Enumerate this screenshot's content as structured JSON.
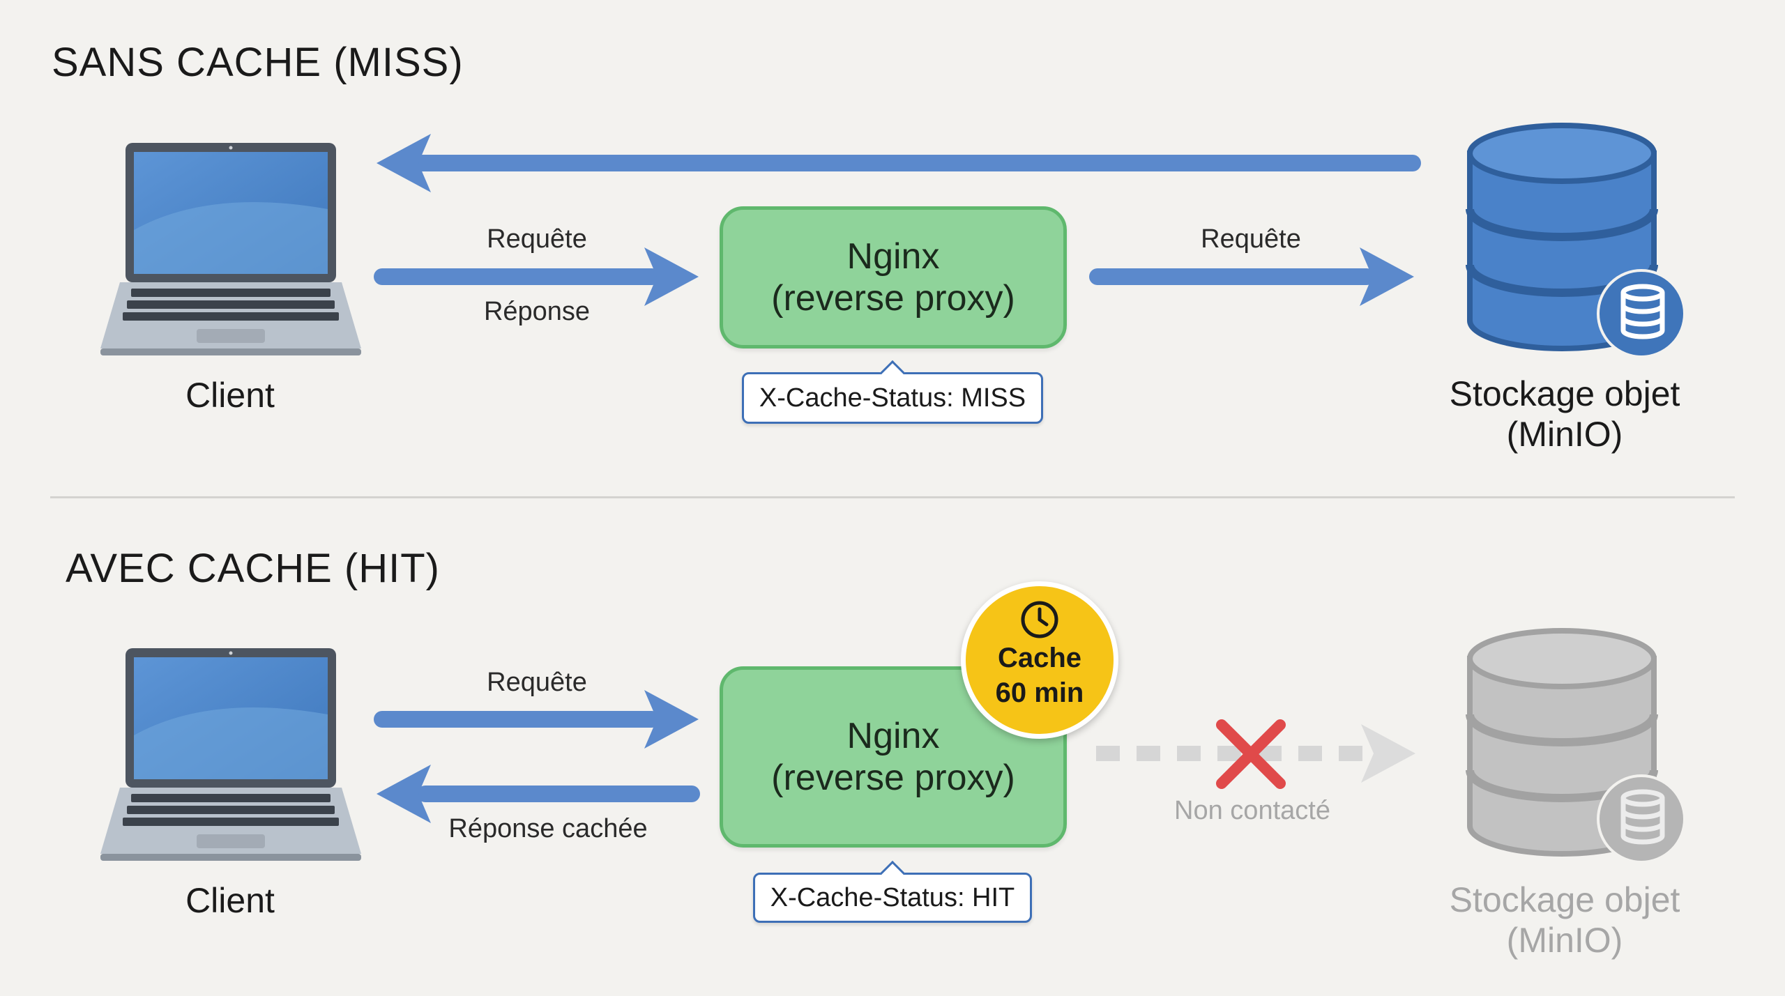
{
  "colors": {
    "arrow_blue": "#5b89cc",
    "nginx_fill": "#8fd39a",
    "nginx_border": "#5fb86d",
    "cache_badge": "#f6c417",
    "storage_blue": "#4a82c9",
    "storage_gray": "#c2c2c2",
    "cross_red": "#e04a4a",
    "faded_text": "#a6a6a6"
  },
  "icons": {
    "client": "laptop-icon",
    "storage": "database-icon",
    "badge": "clock-icon",
    "blocked": "cross-icon"
  },
  "miss": {
    "title": "SANS CACHE (MISS)",
    "client_label": "Client",
    "request_label": "Requête",
    "response_label": "Réponse",
    "nginx_line1": "Nginx",
    "nginx_line2": "(reverse proxy)",
    "status": "X-Cache-Status: MISS",
    "upstream_request_label": "Requête",
    "storage_line1": "Stockage objet",
    "storage_line2": "(MinIO)"
  },
  "hit": {
    "title": "AVEC CACHE (HIT)",
    "client_label": "Client",
    "request_label": "Requête",
    "response_label": "Réponse cachée",
    "nginx_line1": "Nginx",
    "nginx_line2": "(reverse proxy)",
    "status": "X-Cache-Status: HIT",
    "cache_line1": "Cache",
    "cache_line2": "60 min",
    "not_contacted_label": "Non contacté",
    "storage_line1": "Stockage objet",
    "storage_line2": "(MinIO)"
  }
}
